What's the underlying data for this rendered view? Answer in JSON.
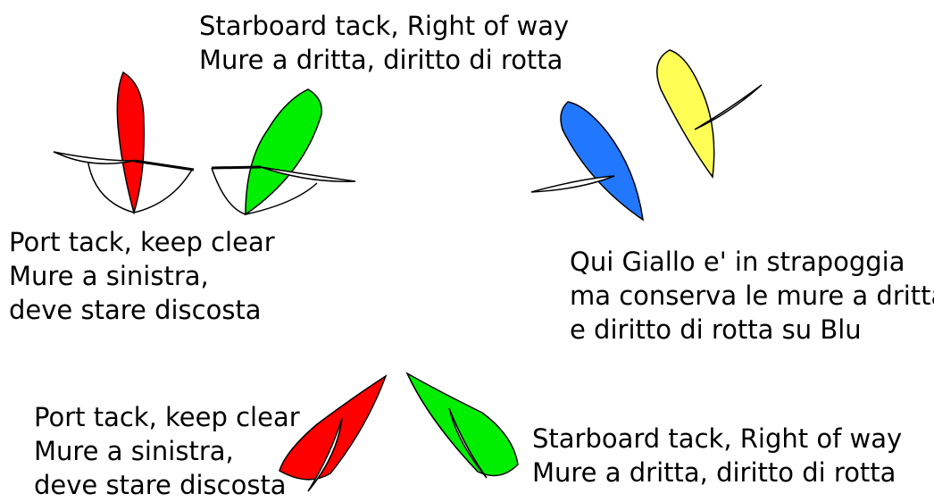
{
  "labels": {
    "top_center": [
      "Starboard tack, Right of way",
      "Mure a dritta, diritto di rotta"
    ],
    "left_middle": [
      "Port tack, keep clear",
      "Mure a sinistra,",
      "deve stare discosta"
    ],
    "right_middle": [
      "Qui Giallo e' in strapoggia",
      "ma conserva le mure a dritta",
      "e diritto di rotta su Blu"
    ],
    "bottom_left": [
      "Port tack, keep clear",
      "Mure a sinistra,",
      "deve stare discosta"
    ],
    "bottom_right": [
      "Starboard tack, Right of way",
      "Mure a dritta, diritto di rotta"
    ]
  },
  "colors": {
    "red": "#ff0000",
    "green": "#00ee00",
    "blue": "#2277ff",
    "yellow": "#ffff55",
    "outline": "#000000",
    "sail": "#ffffff"
  }
}
